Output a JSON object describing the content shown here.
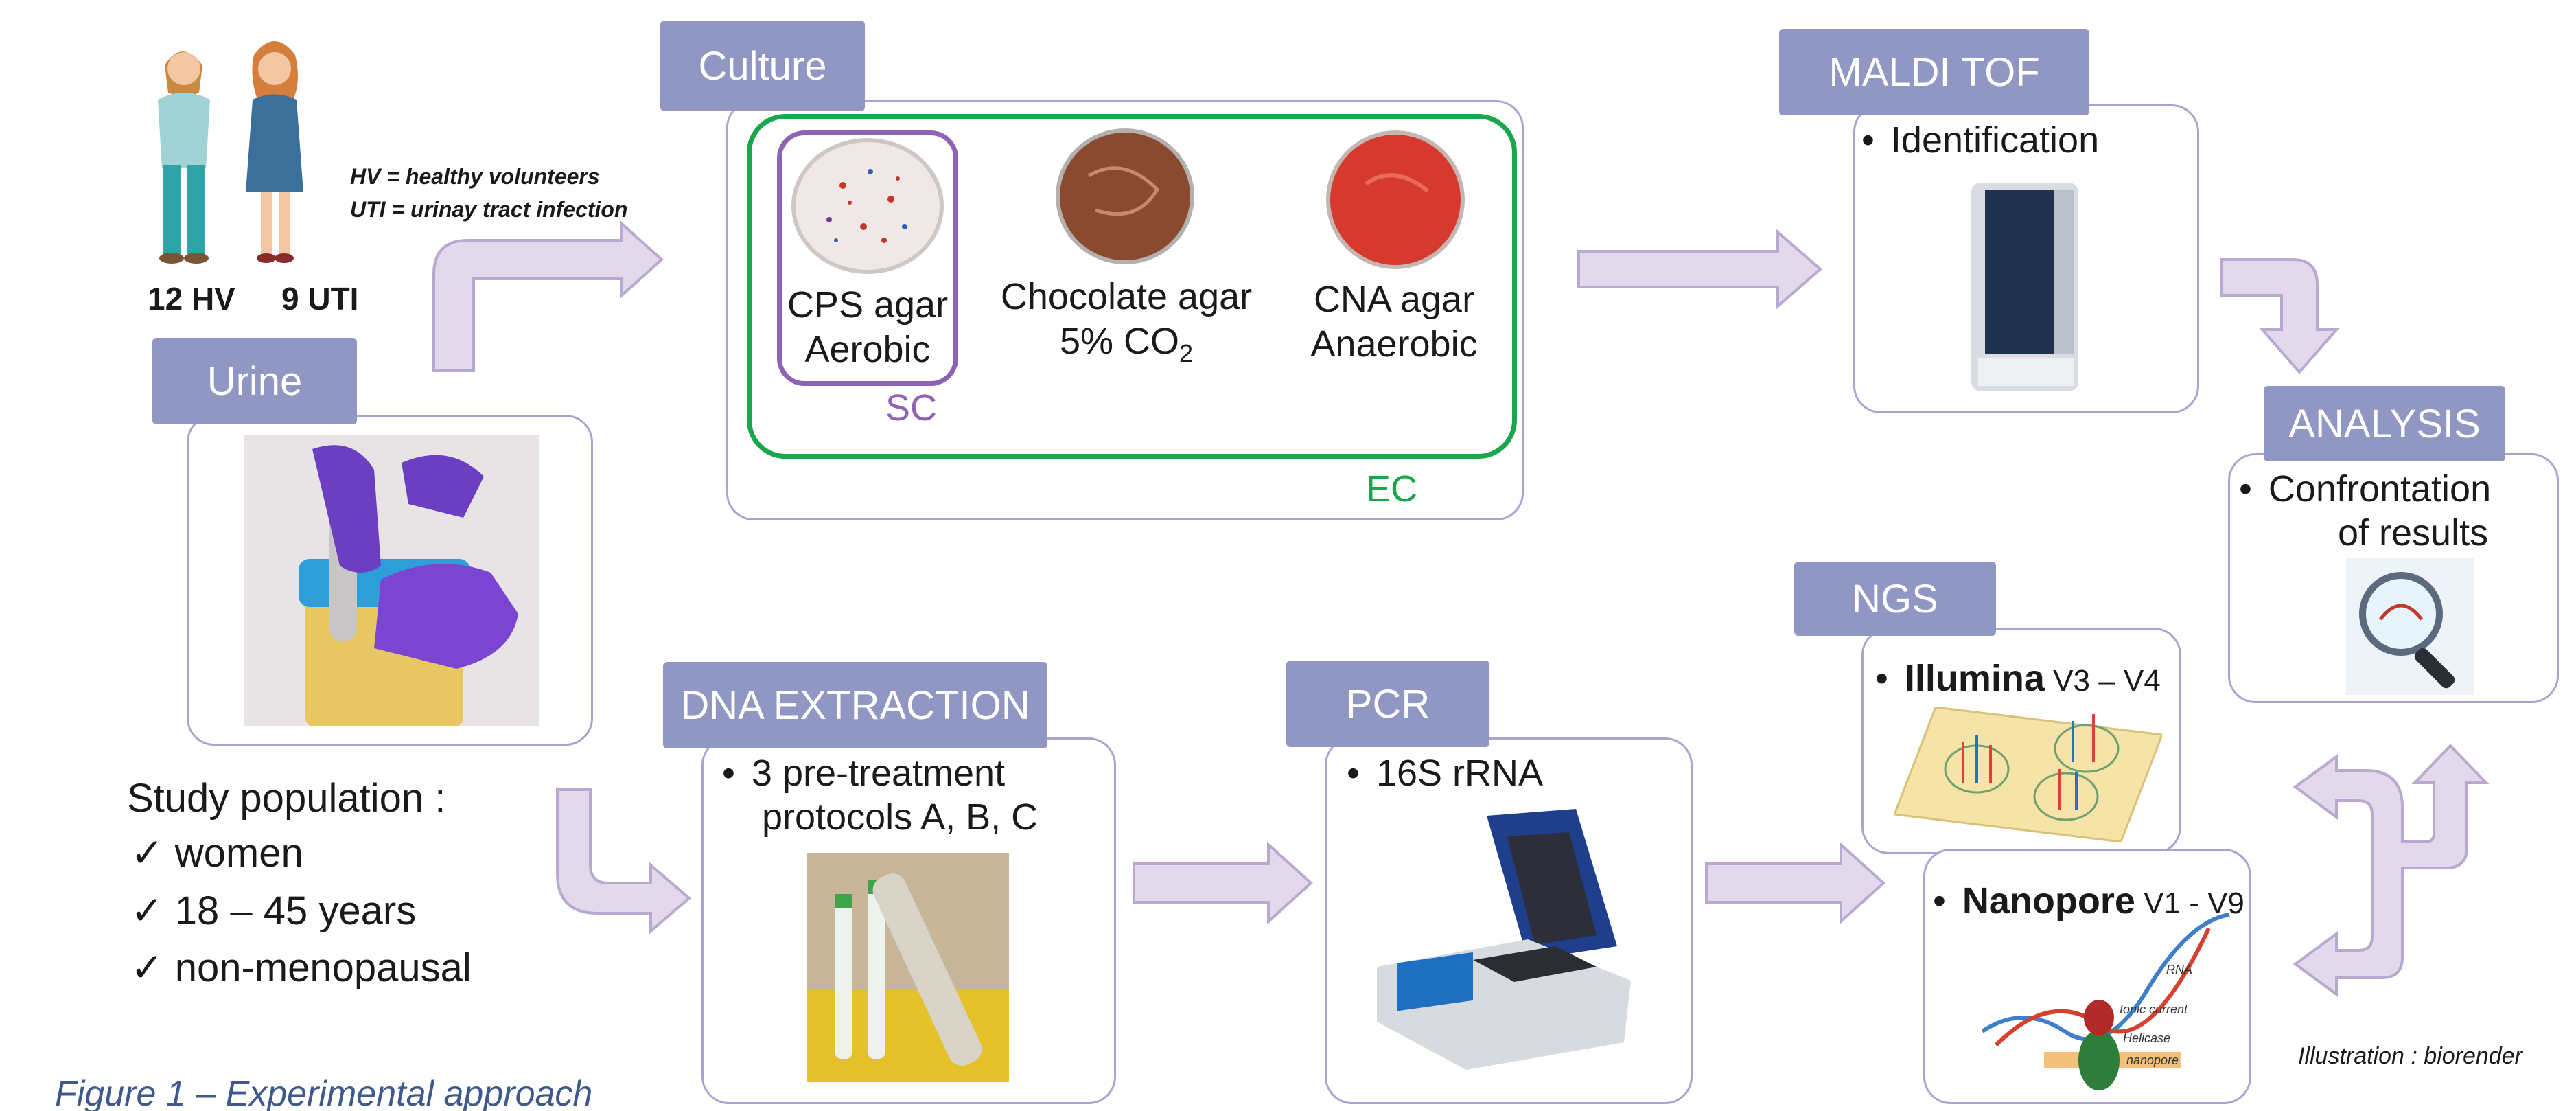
{
  "population": {
    "count_hv": "12 HV",
    "count_uti": "9 UTI",
    "legend_hv": "HV = healthy volunteers",
    "legend_uti": "UTI = urinay tract infection",
    "title": "Study population :",
    "items": [
      "women",
      "18 – 45 years",
      "non-menopausal"
    ]
  },
  "urine": {
    "label": "Urine"
  },
  "culture": {
    "label": "Culture",
    "media": [
      {
        "name": "CPS agar",
        "condition": "Aerobic"
      },
      {
        "name": "Chocolate agar",
        "condition": "5% CO",
        "condition_sub": "2"
      },
      {
        "name": "CNA agar",
        "condition": "Anaerobic"
      }
    ],
    "sc_label": "SC",
    "ec_label": "EC"
  },
  "maldi": {
    "label": "MALDI TOF",
    "item": "Identification"
  },
  "analysis": {
    "label": "ANALYSIS",
    "item_line1": "Confrontation",
    "item_line2": "of results"
  },
  "dna": {
    "label": "DNA EXTRACTION",
    "item_line1": "3 pre-treatment",
    "item_line2": "protocols A, B, C"
  },
  "pcr": {
    "label": "PCR",
    "item": "16S rRNA"
  },
  "ngs": {
    "label": "NGS",
    "illumina_name": "Illumina",
    "illumina_region": " V3 – V4",
    "nanopore_name": "Nanopore",
    "nanopore_region": " V1 - V9",
    "nanopore_diagram_labels": [
      "RNA",
      "Ionic current",
      "Helicase",
      "nanopore"
    ]
  },
  "caption": "Figure 1 – Experimental approach",
  "credit": "Illustration : biorender",
  "colors": {
    "tag_fill": "#8f97c2",
    "panel_border": "#a9a4cf",
    "arrow_fill": "#e3d9ec",
    "arrow_stroke": "#b9a9cf",
    "sc_purple": "#8e63b4",
    "ec_green": "#1aa64a"
  }
}
